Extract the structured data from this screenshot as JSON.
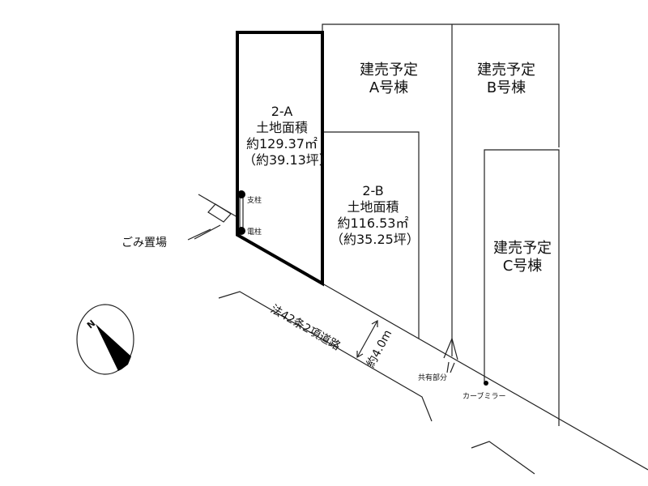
{
  "lots": {
    "lot_2a": {
      "name": "2-A",
      "area_label": "土地面積",
      "area_sqm": "約129.37㎡",
      "area_tsubo": "（約39.13坪）"
    },
    "lot_2b": {
      "name": "2-B",
      "area_label": "土地面積",
      "area_sqm": "約116.53㎡",
      "area_tsubo": "（約35.25坪）"
    }
  },
  "planned": {
    "a": {
      "line1": "建売予定",
      "line2": "A号棟"
    },
    "b": {
      "line1": "建売予定",
      "line2": "B号棟"
    },
    "c": {
      "line1": "建売予定",
      "line2": "C号棟"
    }
  },
  "labels": {
    "support_pole": "支柱",
    "utility_pole": "電柱",
    "garbage": "ごみ置場",
    "road": "法42条2項道路",
    "road_width": "約4.0m",
    "shared": "共有部分",
    "curve_mirror": "カーブミラー",
    "north": "N"
  }
}
